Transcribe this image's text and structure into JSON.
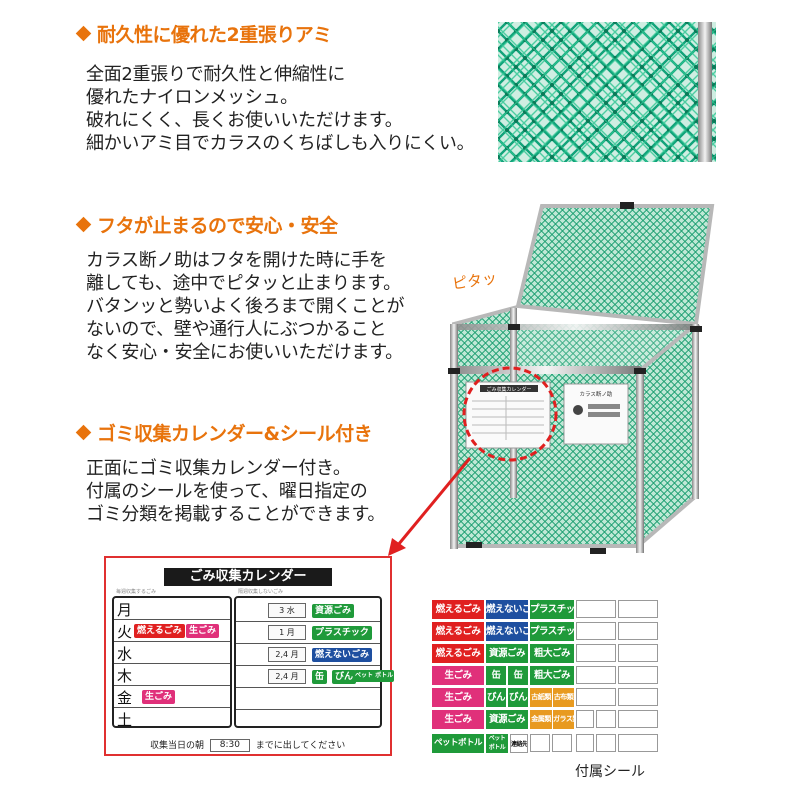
{
  "section1": {
    "heading": "耐久性に優れた2重張りアミ",
    "lines": [
      "全面2重張りで耐久性と伸縮性に",
      "優れたナイロンメッシュ。",
      "破れにくく、長くお使いいただけます。",
      "細かいアミ目でカラスのくちばしも入りにくい。"
    ]
  },
  "section2": {
    "heading": "フタが止まるので安心・安全",
    "lines": [
      "カラス断ノ助はフタを開けた時に手を",
      "離しても、途中でピタッと止まります。",
      "バタンッと勢いよく後ろまで開くことが",
      "ないので、壁や通行人にぶつかること",
      "なく安心・安全にお使いいただけます。"
    ],
    "callout": "ピタッ"
  },
  "section3": {
    "heading": "ゴミ収集カレンダー&シール付き",
    "lines": [
      "正面にゴミ収集カレンダー付き。",
      "付属のシールを使って、曜日指定の",
      "ゴミ分類を掲載することができます。"
    ]
  },
  "cage_panel": {
    "calendar_label": "ごみ収集カレンダー",
    "info_label": "カラス断ノ助"
  },
  "calendar": {
    "title": "ごみ収集カレンダー",
    "sub_left": "毎週収集するごみ",
    "sub_right": "隔週収集しないごみ",
    "days": [
      "月",
      "火",
      "水",
      "木",
      "金",
      "土"
    ],
    "tags": {
      "tue_1": "燃えるごみ",
      "tue_2": "生ごみ",
      "fri_1": "生ごみ"
    },
    "right_rows": [
      {
        "date": "3 水",
        "tags": [
          "資源ごみ"
        ]
      },
      {
        "date": "1 月",
        "tags": [
          "プラスチック"
        ]
      },
      {
        "date": "2,4 月",
        "tags": [
          "燃えないごみ"
        ]
      },
      {
        "date": "2,4 月",
        "tags": [
          "缶",
          "びん",
          "ペット ボトル"
        ]
      }
    ],
    "bottom_before": "収集当日の朝",
    "bottom_time": "8:30",
    "bottom_after": "までに出してください"
  },
  "sticker_sheet": {
    "rows": [
      [
        "燃えるごみ",
        "燃えないごみ",
        "プラスチック"
      ],
      [
        "燃えるごみ",
        "燃えないごみ",
        "プラスチック"
      ],
      [
        "燃えるごみ",
        "資源ごみ",
        "粗大ごみ"
      ],
      [
        "生ごみ",
        "缶",
        "缶",
        "粗大ごみ"
      ],
      [
        "生ごみ",
        "びん",
        "びん",
        "古紙類",
        "古布類"
      ],
      [
        "生ごみ",
        "資源ごみ",
        "金属類",
        "ガラス類"
      ],
      [
        "ペットボトル",
        "ペット ボトル",
        "連絡先"
      ]
    ],
    "caption": "付属シール"
  },
  "colors": {
    "accent": "#e8730c",
    "red": "#e02020",
    "blue": "#1e4fa0",
    "green": "#1f9a3a",
    "pink": "#e0307a",
    "orange": "#e89a20",
    "net": "#1fa87a"
  }
}
